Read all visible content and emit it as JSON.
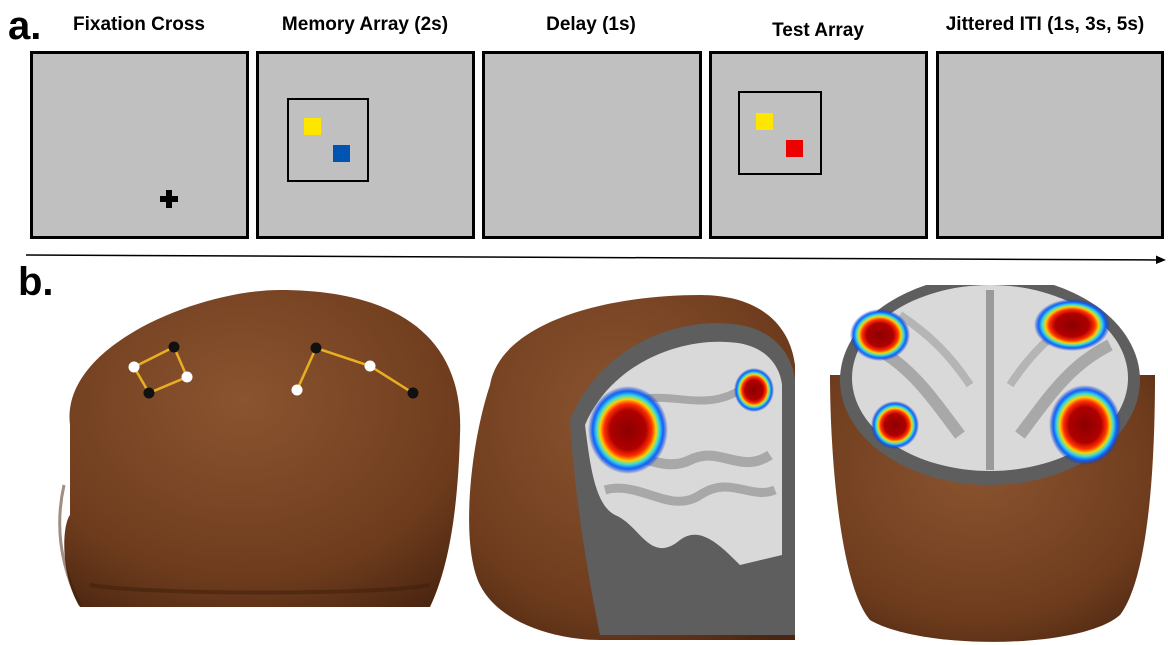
{
  "panel_a": {
    "label": "a.",
    "frames": [
      {
        "title": "Fixation Cross"
      },
      {
        "title": "Memory Array (2s)"
      },
      {
        "title": "Delay (1s)"
      },
      {
        "title": "Test Array"
      },
      {
        "title": "Jittered ITI (1s, 3s, 5s)"
      }
    ],
    "colors": {
      "screen": "#c0c0c0",
      "yellow": "#ffe600",
      "blue": "#0055b3",
      "red": "#ee0000"
    }
  },
  "panel_b": {
    "label": "b.",
    "colors": {
      "skin": "#7a4422",
      "optode_source": "#ffffff",
      "optode_detector": "#111111",
      "channel_line": "#e8b020",
      "activation_high": "#8b0000"
    }
  }
}
